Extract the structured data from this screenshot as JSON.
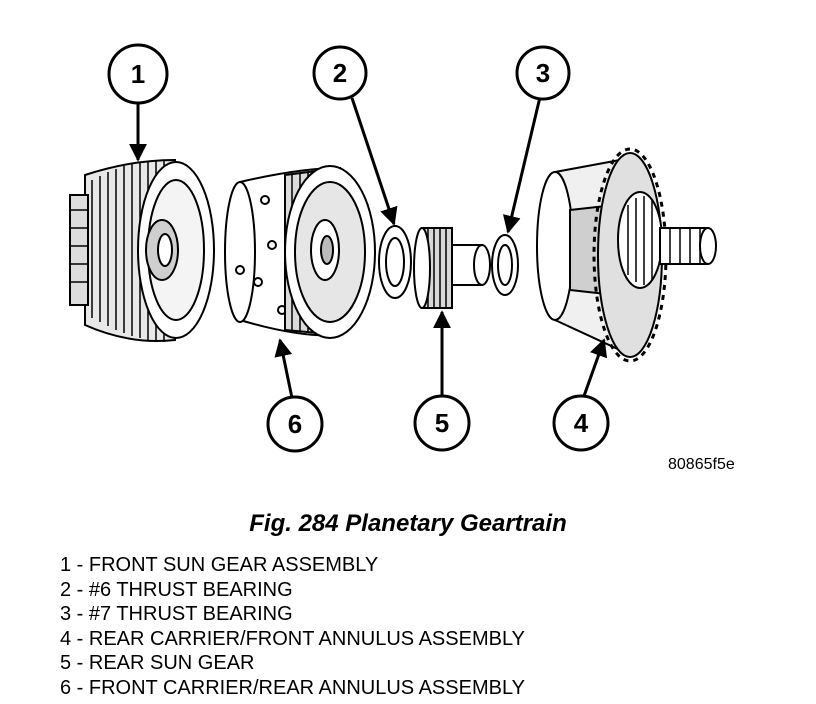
{
  "callouts": {
    "c1": "1",
    "c2": "2",
    "c3": "3",
    "c4": "4",
    "c5": "5",
    "c6": "6"
  },
  "figure_code": "80865f5e",
  "caption": "Fig. 284 Planetary Geartrain",
  "legend": [
    "1 - FRONT SUN GEAR ASSEMBLY",
    "2 - #6 THRUST BEARING",
    "3 - #7 THRUST BEARING",
    "4 - REAR CARRIER/FRONT ANNULUS ASSEMBLY",
    "5 - REAR SUN GEAR",
    "6 - FRONT CARRIER/REAR ANNULUS ASSEMBLY"
  ]
}
